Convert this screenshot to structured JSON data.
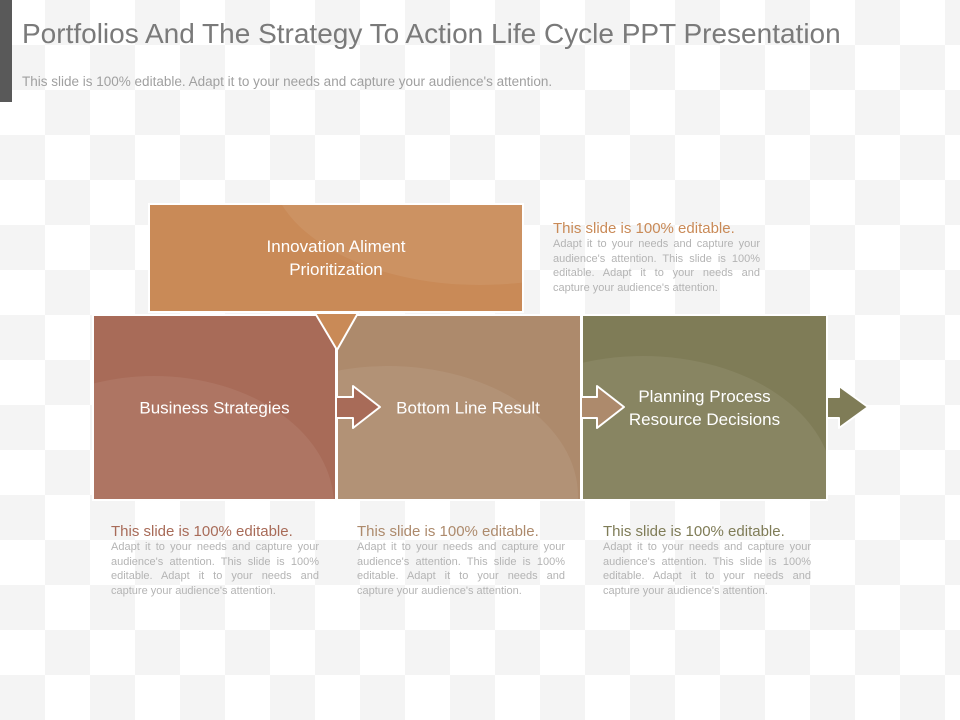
{
  "slide": {
    "title": "Portfolios And The Strategy To Action Life Cycle PPT Presentation",
    "subtitle": "This slide is 100% editable. Adapt it to your needs and capture your audience's attention."
  },
  "diagram": {
    "top_box": {
      "label_line1": "Innovation Aliment",
      "label_line2": "Prioritization",
      "color": "#c98a57"
    },
    "steps": [
      {
        "label_line1": "Business Strategies",
        "label_line2": "",
        "color": "#a86b58"
      },
      {
        "label_line1": "Bottom Line Result",
        "label_line2": "",
        "color": "#ad8a6c"
      },
      {
        "label_line1": "Planning Process",
        "label_line2": "Resource Decisions",
        "color": "#7f7c57"
      }
    ]
  },
  "notes": [
    {
      "heading": "This slide is 100% editable.",
      "body": "Adapt it to your needs and capture your audience's attention. This slide is 100% editable. Adapt it to your needs and capture your audience's attention.",
      "color": "#c98a57"
    },
    {
      "heading": "This slide is 100% editable.",
      "body": "Adapt it to your needs and capture your audience's attention. This slide is 100% editable. Adapt it to your needs and capture your audience's attention.",
      "color": "#a86b58"
    },
    {
      "heading": "This slide is 100% editable.",
      "body": "Adapt it to your needs and capture your audience's attention. This slide is 100% editable. Adapt it to your needs and capture your audience's attention.",
      "color": "#ad8a6c"
    },
    {
      "heading": "This slide is 100% editable.",
      "body": "Adapt it to your needs and capture your audience's attention. This slide is 100% editable. Adapt it to your needs and capture your audience's attention.",
      "color": "#7f7c57"
    }
  ]
}
